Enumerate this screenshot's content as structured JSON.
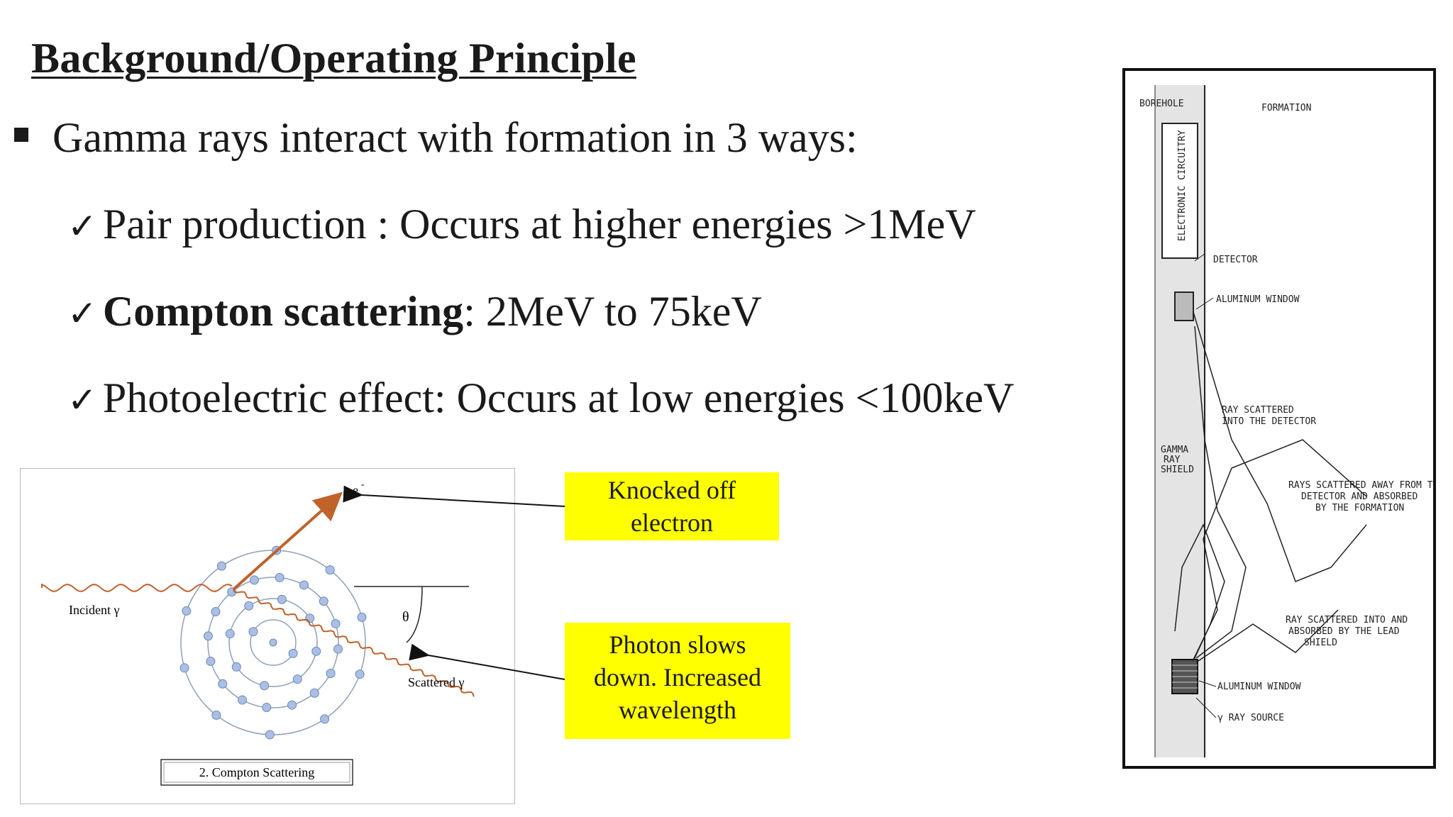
{
  "slide": {
    "title": "Background/Operating Principle",
    "bullet": "Gamma rays interact with formation in 3 ways:",
    "items": [
      {
        "check": "✓",
        "bold": "",
        "text": "Pair production : Occurs at higher energies >1MeV"
      },
      {
        "check": "✓",
        "bold": "Compton scattering",
        "text": ": 2MeV to 75keV"
      },
      {
        "check": "✓",
        "bold": "",
        "text": "Photoelectric effect: Occurs at low energies <100keV"
      }
    ]
  },
  "compton_diagram": {
    "electron_label": "e",
    "electron_sup": "-",
    "incident_label": "Incident γ",
    "scattered_label": "Scattered γ",
    "angle_label": "θ",
    "caption": "2. Compton Scattering"
  },
  "callouts": {
    "electron_lines": [
      "Knocked off",
      "electron"
    ],
    "photon_lines": [
      "Photon slows",
      "down. Increased",
      "wavelength"
    ]
  },
  "tool_diagram": {
    "borehole": "BOREHOLE",
    "formation": "FORMATION",
    "electronic_circuitry": "ELECTRONIC CIRCUITRY",
    "detector": "DETECTOR",
    "aluminum_window_top": "ALUMINUM WINDOW",
    "ray_scattered_into_detector": [
      "RAY SCATTERED",
      "INTO THE DETECTOR"
    ],
    "gamma_ray_shield": [
      "GAMMA",
      "RAY",
      "SHIELD"
    ],
    "rays_scattered_away": [
      "RAYS SCATTERED AWAY FROM THE",
      "DETECTOR AND ABSORBED",
      "BY THE FORMATION"
    ],
    "ray_into_lead_shield": [
      "RAY SCATTERED INTO AND",
      "ABSORBED BY THE LEAD",
      "SHIELD"
    ],
    "aluminum_window_bottom": "ALUMINUM WINDOW",
    "gamma_ray_source": "γ RAY SOURCE"
  },
  "colors": {
    "callout_bg": "#ffff00",
    "photon_arrow": "#c0622a",
    "electron_dots": "#a9bfe6"
  }
}
